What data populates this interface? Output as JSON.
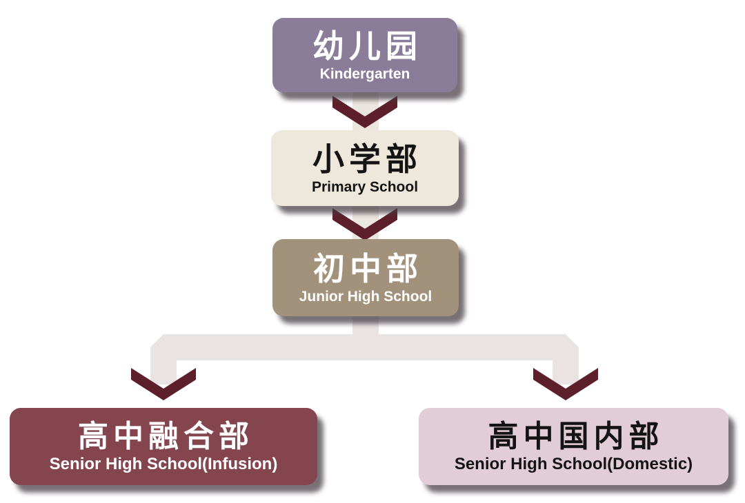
{
  "nodes": {
    "kindergarten": {
      "zh": "幼儿园",
      "en": "Kindergarten"
    },
    "primary": {
      "zh": "小学部",
      "en": "Primary School"
    },
    "junior": {
      "zh": "初中部",
      "en": "Junior High School"
    },
    "infusion": {
      "zh": "高中融合部",
      "en": "Senior High School(Infusion)"
    },
    "domestic": {
      "zh": "高中国内部",
      "en": "Senior High School(Domestic)"
    }
  },
  "theme": {
    "background": "#ffffff",
    "kindergarten_bg": "#8a7d99",
    "kindergarten_text": "#ffffff",
    "primary_bg": "#ede8db",
    "primary_text": "#141414",
    "junior_bg": "#a3927b",
    "junior_text": "#ffffff",
    "infusion_bg": "#84454e",
    "infusion_text": "#ffffff",
    "domestic_bg": "#e2ccd5",
    "domestic_text": "#141414",
    "arrow": "#5d1f2b",
    "band": "#ebe6df",
    "branch_band": "#e9e3e4"
  }
}
